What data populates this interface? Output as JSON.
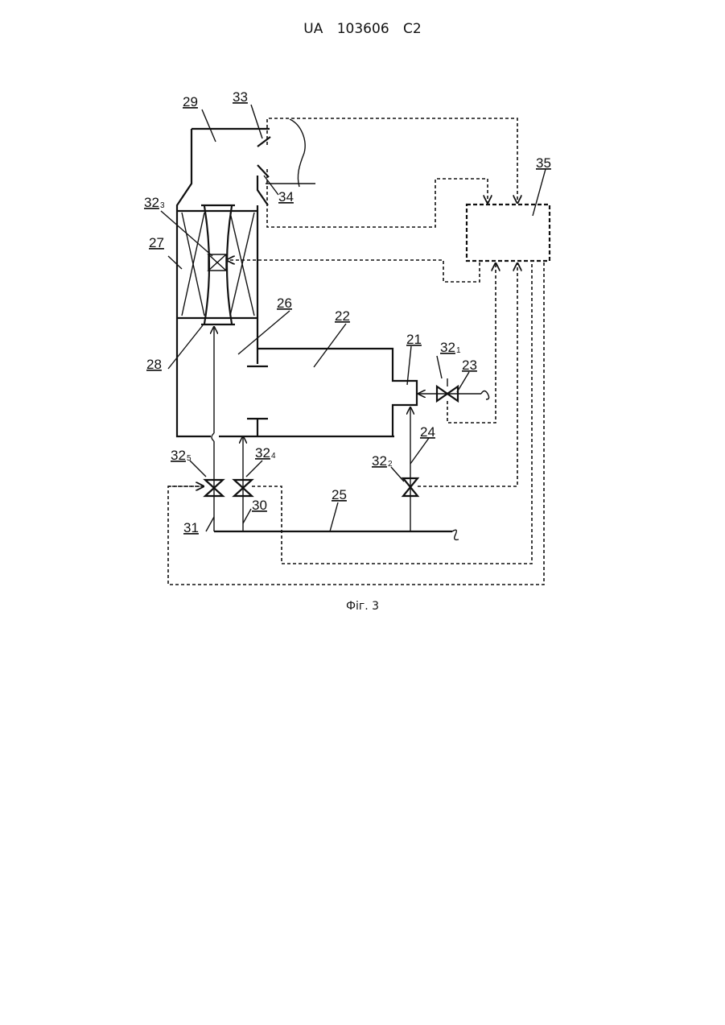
{
  "header": {
    "country": "UA",
    "number": "103606",
    "kind": "C2"
  },
  "figure": {
    "caption": "Фіг. 3",
    "labels": {
      "l21": "21",
      "l22": "22",
      "l23": "23",
      "l24": "24",
      "l25": "25",
      "l26": "26",
      "l27": "27",
      "l28": "28",
      "l29": "29",
      "l30": "30",
      "l31": "31",
      "l33": "33",
      "l34": "34",
      "l35": "35",
      "v1": "32",
      "v1_sub": "1",
      "v2": "32",
      "v2_sub": "2",
      "v3": "32",
      "v3_sub": "3",
      "v4": "32",
      "v4_sub": "4",
      "v5": "32",
      "v5_sub": "5"
    }
  }
}
